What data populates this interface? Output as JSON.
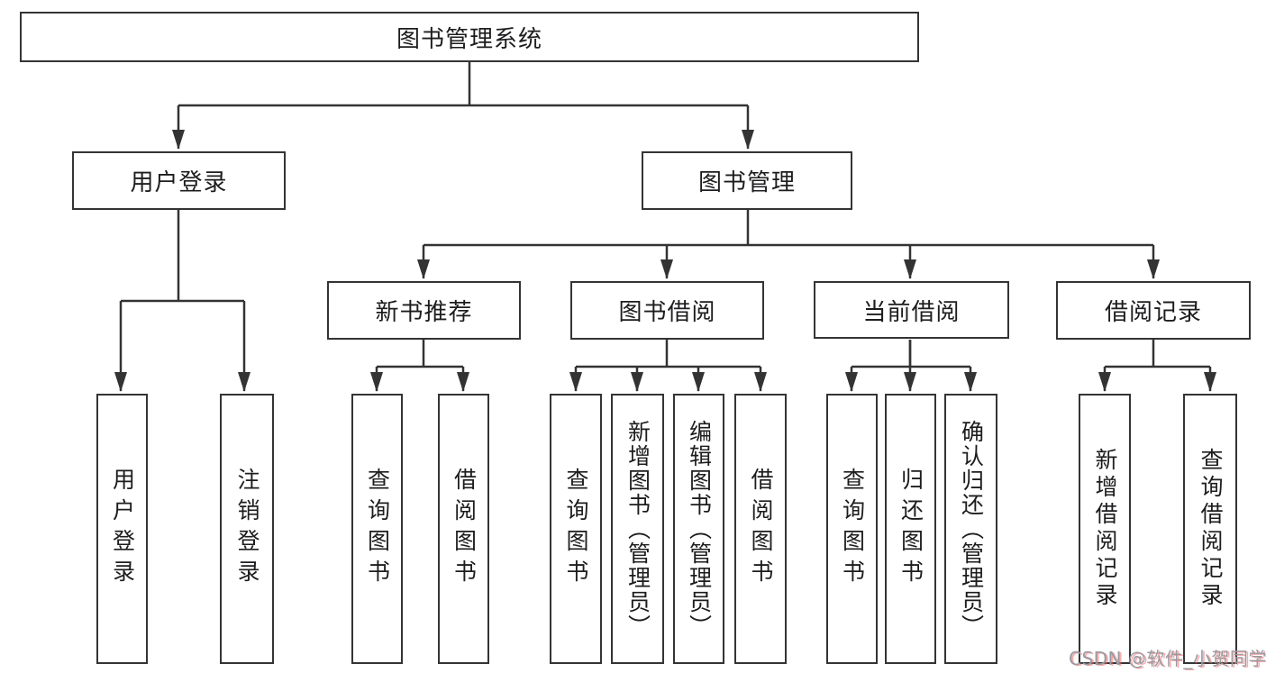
{
  "tree": {
    "root": {
      "label": "图书管理系统",
      "children": [
        {
          "label": "用户登录",
          "children": [
            {
              "label": "用户登录"
            },
            {
              "label": "注销登录"
            }
          ]
        },
        {
          "label": "图书管理",
          "children": [
            {
              "label": "新书推荐",
              "children": [
                {
                  "label": "查询图书"
                },
                {
                  "label": "借阅图书"
                }
              ]
            },
            {
              "label": "图书借阅",
              "children": [
                {
                  "label": "查询图书"
                },
                {
                  "label": "新增图书（管理员）"
                },
                {
                  "label": "编辑图书（管理员）"
                },
                {
                  "label": "借阅图书"
                }
              ]
            },
            {
              "label": "当前借阅",
              "children": [
                {
                  "label": "查询图书"
                },
                {
                  "label": "归还图书"
                },
                {
                  "label": "确认归还（管理员）"
                }
              ]
            },
            {
              "label": "借阅记录",
              "children": [
                {
                  "label": "新增借阅记录"
                },
                {
                  "label": "查询借阅记录"
                }
              ]
            }
          ]
        }
      ]
    }
  },
  "watermark": {
    "text": "CSDN @软件_小贺同学"
  },
  "colors": {
    "line": "#333333",
    "box_border": "#343434",
    "text": "#1d1d1f",
    "watermark_gray": "#9a9aa1",
    "watermark_red": "#ec6a6a",
    "background": "#ffffff"
  }
}
